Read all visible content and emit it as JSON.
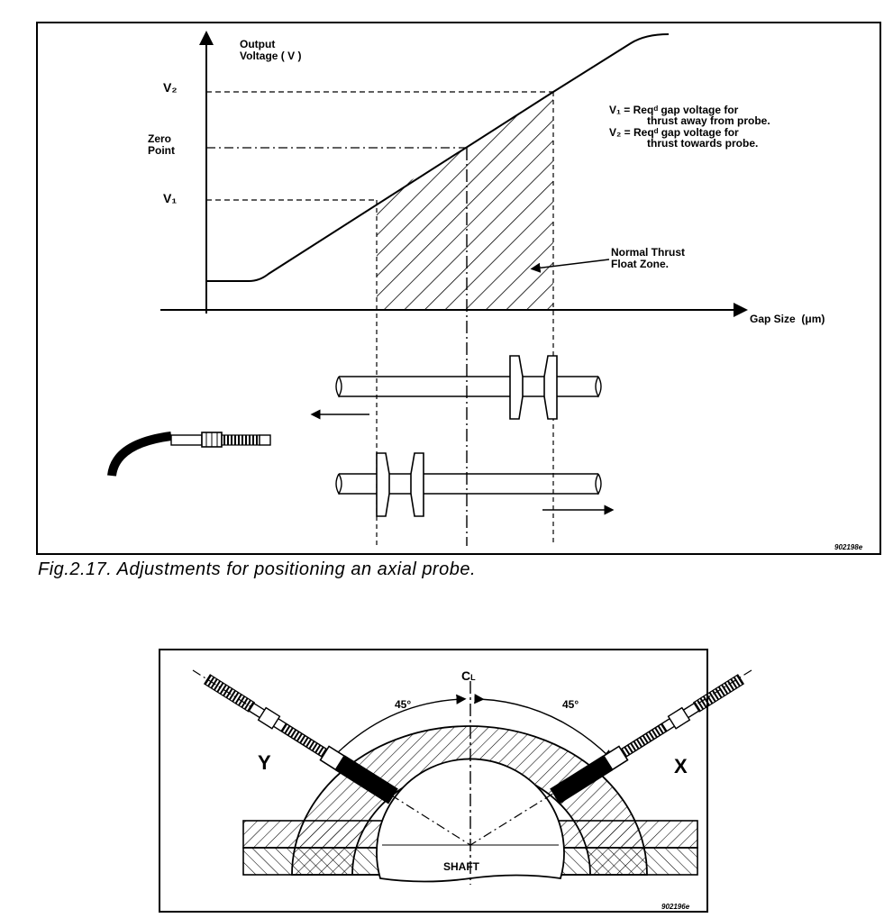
{
  "fig1": {
    "y_axis_label_line1": "Output",
    "y_axis_label_line2": "Voltage ( V )",
    "x_axis_label": "Gap Size  (μm)",
    "tick_v2": "V₂",
    "tick_zero_line1": "Zero",
    "tick_zero_line2": "Point",
    "tick_v1": "V₁",
    "legend_v1_line1": "V₁ = Reqᵈ gap voltage for",
    "legend_v1_line2": "thrust away from probe.",
    "legend_v2_line1": "V₂ = Reqᵈ gap voltage for",
    "legend_v2_line2": "thrust towards probe.",
    "zone_label_line1": "Normal Thrust",
    "zone_label_line2": "Float Zone.",
    "drawing_code": "902198e",
    "caption": "Fig.2.17. Adjustments for positioning an axial probe."
  },
  "fig2": {
    "centerline_label": "C",
    "centerline_sub": "L",
    "angle_left": "45°",
    "angle_right": "45°",
    "label_y": "Y",
    "label_x": "X",
    "shaft_label": "SHAFT",
    "drawing_code": "902196e"
  }
}
